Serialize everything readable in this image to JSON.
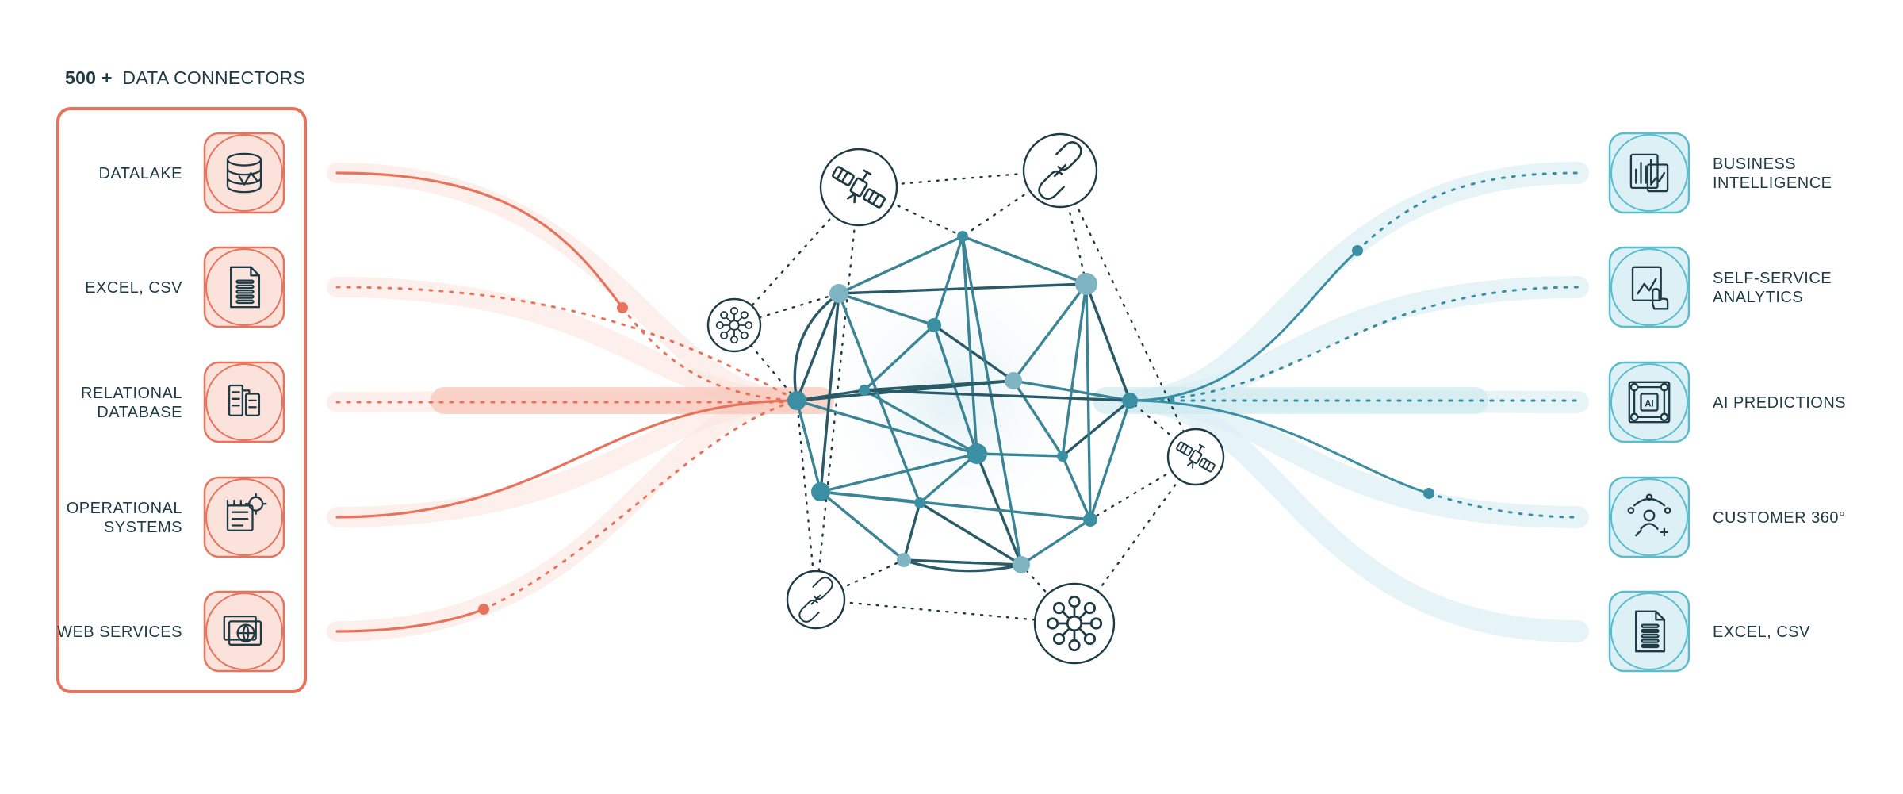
{
  "header": {
    "count": "500 +",
    "text": "DATA CONNECTORS"
  },
  "sources": [
    {
      "lines": [
        "DATALAKE"
      ],
      "icon": "database-icon"
    },
    {
      "lines": [
        "EXCEL, CSV"
      ],
      "icon": "document-icon"
    },
    {
      "lines": [
        "RELATIONAL",
        "DATABASE"
      ],
      "icon": "relational-database-icon"
    },
    {
      "lines": [
        "OPERATIONAL",
        "SYSTEMS"
      ],
      "icon": "operational-systems-icon"
    },
    {
      "lines": [
        "WEB SERVICES"
      ],
      "icon": "web-services-icon"
    }
  ],
  "outputs": [
    {
      "lines": [
        "BUSINESS",
        "INTELLIGENCE"
      ],
      "icon": "bar-chart-icon"
    },
    {
      "lines": [
        "SELF-SERVICE",
        "ANALYTICS"
      ],
      "icon": "touch-chart-icon"
    },
    {
      "lines": [
        "AI PREDICTIONS"
      ],
      "icon": "ai-chip-icon"
    },
    {
      "lines": [
        "CUSTOMER 360°"
      ],
      "icon": "customer-360-icon"
    },
    {
      "lines": [
        "EXCEL, CSV"
      ],
      "icon": "document-icon"
    }
  ],
  "hub_icons": [
    "satellite-icon",
    "link-icon",
    "network-icon",
    "satellite-icon",
    "link-icon",
    "network-icon"
  ],
  "colors": {
    "source": "#e8735c",
    "source_light": "#fbe3dc",
    "output": "#3a8fa3",
    "output_light": "#dcf0f5",
    "dark": "#1e3a45",
    "mesh": "#3a7d8f"
  }
}
